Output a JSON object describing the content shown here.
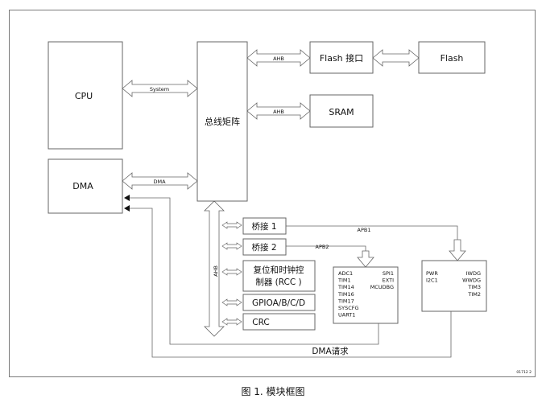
{
  "blocks": {
    "cpu": "CPU",
    "dma": "DMA",
    "bus_matrix": "总线矩阵",
    "flash_if": "Flash 接口",
    "flash": "Flash",
    "sram": "SRAM",
    "bridge1": "桥接 1",
    "bridge2": "桥接 2",
    "rcc_line1": "复位和时钟控",
    "rcc_line2": "制器 (RCC )",
    "gpio": "GPIOA/B/C/D",
    "crc": "CRC"
  },
  "bus_labels": {
    "system": "System",
    "dma": "DMA",
    "ahb_flash": "AHB",
    "ahb_sram": "AHB",
    "ahb_vertical": "AHB",
    "apb1": "APB1",
    "apb2": "APB2",
    "dma_request": "DMA请求"
  },
  "apb2_peripherals": {
    "left": [
      "ADC1",
      "TIM1",
      "TIM14",
      "TIM16",
      "TIM17",
      "SYSCFG",
      "UART1"
    ],
    "right": [
      "SPI1",
      "EXTI",
      "MCUDBG"
    ]
  },
  "apb1_peripherals": {
    "left": [
      "PWR",
      "I2C1"
    ],
    "right": [
      "IWDG",
      "WWDG",
      "TIM3",
      "TIM2"
    ]
  },
  "figure_code": "01712 2",
  "caption": "图 1. 模块框图"
}
